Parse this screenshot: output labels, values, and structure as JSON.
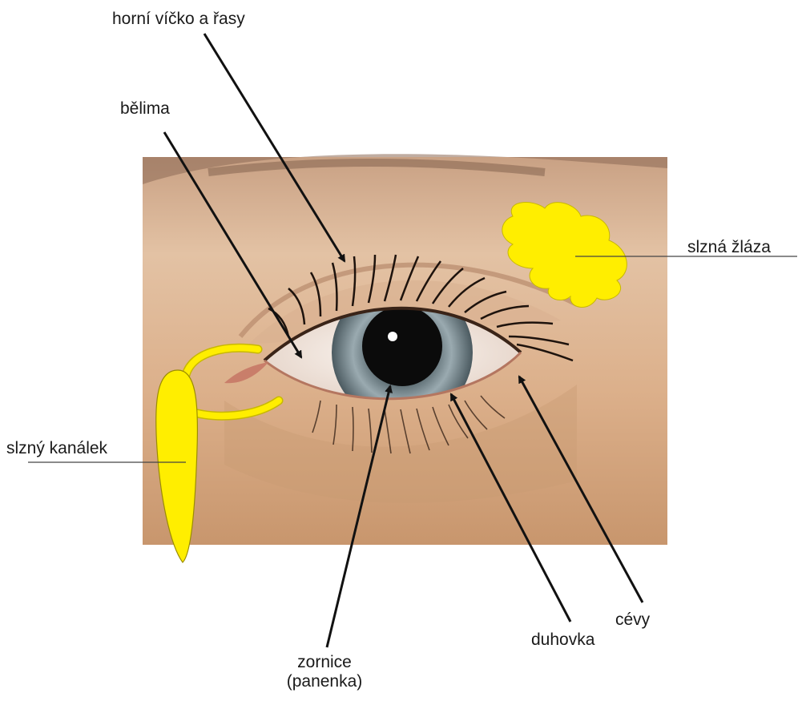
{
  "labels": {
    "upper_lid": "horní víčko a řasy",
    "sclera": "bělima",
    "lacrimal_gland": "slzná žláza",
    "lacrimal_canal": "slzný kanálek",
    "pupil_line1": "zornice",
    "pupil_line2": "(panenka)",
    "iris": "duhovka",
    "vessels": "cévy"
  },
  "colors": {
    "gland_yellow": "#ffee00",
    "iris": "#8a9a9f",
    "skin": "#d9ab85"
  }
}
